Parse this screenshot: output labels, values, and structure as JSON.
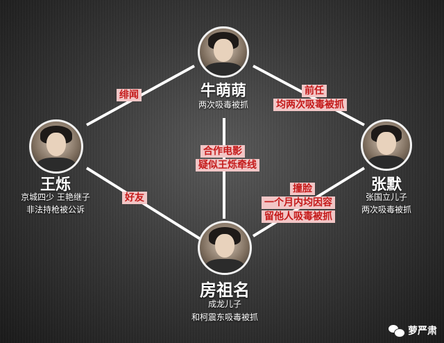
{
  "nodes": {
    "top": {
      "name": "牛萌萌",
      "desc": [
        "两次吸毒被抓"
      ]
    },
    "left": {
      "name": "王烁",
      "desc": [
        "京城四少 王艳继子",
        "非法持枪被公诉"
      ]
    },
    "right": {
      "name": "张默",
      "desc": [
        "张国立儿子",
        "两次吸毒被抓"
      ]
    },
    "bottom": {
      "name": "房祖名",
      "desc": [
        "成龙儿子",
        "和柯震东吸毒被抓"
      ]
    }
  },
  "relations": {
    "top_left": [
      "绯闻"
    ],
    "top_right": [
      "前任",
      "均两次吸毒被抓"
    ],
    "left_bottom": [
      "好友"
    ],
    "right_bottom": [
      "撞脸",
      "一个月内均因容",
      "留他人吸毒被抓"
    ],
    "center": [
      "合作电影",
      "疑似王烁牵线"
    ]
  },
  "brand": {
    "label": "萝严肃",
    "icon": "wechat-icon"
  },
  "colors": {
    "tag_bg": "#f2c6c6",
    "tag_text": "#c41a1a",
    "line": "#ffffff",
    "background": "#2e2e2e"
  }
}
